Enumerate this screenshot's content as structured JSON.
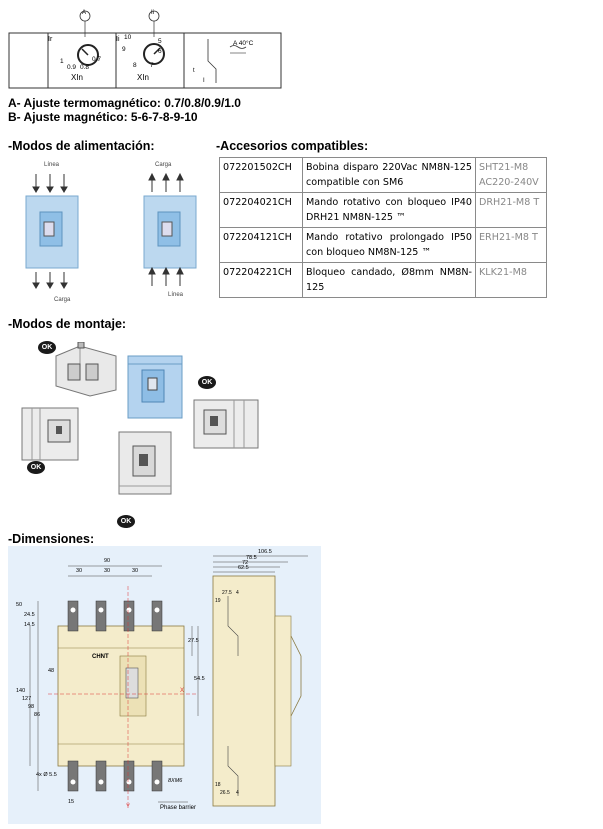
{
  "schematic": {
    "label_a": "A",
    "label_b": "Ii",
    "dial_a_values": [
      "1",
      "0.9",
      "0.8",
      "0.7"
    ],
    "dial_b_values": [
      "10",
      "5",
      "9",
      "6",
      "8",
      "7"
    ],
    "dial_a_unit": "XIn",
    "dial_b_unit": "XIn",
    "label_ir": "Ir",
    "label_ii": "Ii",
    "label_temp": "A 40°C",
    "label_t": "t",
    "label_i": "I"
  },
  "settings": {
    "line_a": "A- Ajuste termomagnético: 0.7/0.8/0.9/1.0",
    "line_b": "B- Ajuste magnético: 5-6-7-8-9-10"
  },
  "power_modes": {
    "title": "-Modos de alimentación:",
    "label_linea_top": "Línea",
    "label_carga_bottom": "Carga",
    "label_carga_top": "Carga",
    "label_linea_bottom": "Línea"
  },
  "accessories": {
    "title": "-Accesorios compatibles:",
    "rows": [
      {
        "code": "072201502CH",
        "description": "Bobina disparo 220Vac NM8N-125 compatible con SM6",
        "ref": "SHT21-M8 AC220-240V"
      },
      {
        "code": "072204021CH",
        "description": "Mando rotativo con bloqueo IP40 DRH21 NM8N-125 ™",
        "ref": "DRH21-M8 T"
      },
      {
        "code": "072204121CH",
        "description": "Mando rotativo prolongado IP50 con bloqueo NM8N-125 ™",
        "ref": "ERH21-M8 T"
      },
      {
        "code": "072204221CH",
        "description": "Bloqueo candado, Ø8mm NM8N-125",
        "ref": "KLK21-M8"
      }
    ]
  },
  "mounting": {
    "title": "-Modos de montaje:",
    "ok_label": "OK"
  },
  "dimensions": {
    "title": "-Dimensiones:",
    "top_dims": [
      "90",
      "30",
      "30",
      "30"
    ],
    "side_dims": [
      "106.5",
      "78.5",
      "72",
      "62.5"
    ],
    "left_dims": [
      "50",
      "24.5",
      "14.5",
      "140",
      "127",
      "98",
      "86"
    ],
    "mid_dims": [
      "27.5",
      "54.5",
      "48"
    ],
    "right_small": [
      "27.5",
      "4",
      "19",
      "18",
      "26.5",
      "4"
    ],
    "hole_label": "4x Ø 5.5",
    "screw_label": "8XM6",
    "bottom_dim": "15",
    "phase_barrier": "Phase barrier",
    "brand": "CHNT",
    "axis_x": "X",
    "axis_y": "Y"
  }
}
